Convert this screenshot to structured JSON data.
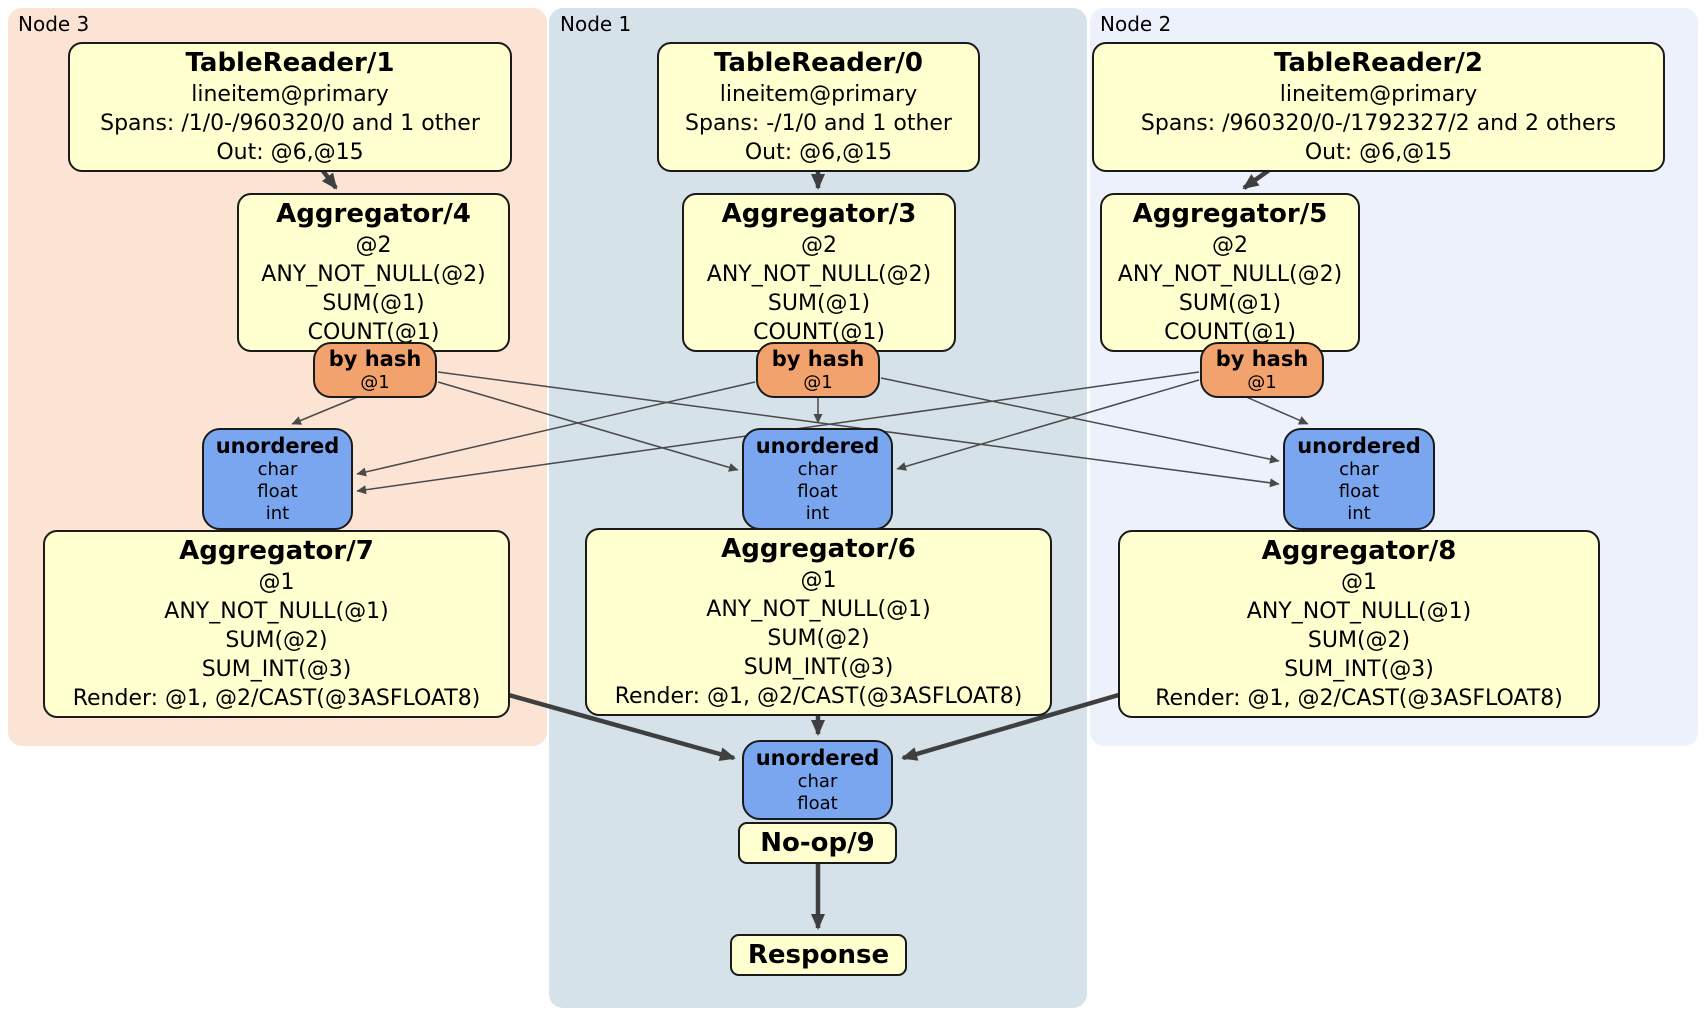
{
  "colors": {
    "processor_fill": "#ffffd0",
    "router_fill": "#f2a36d",
    "sync_fill": "#7aa6f0",
    "node3_bg": "#fce4d4",
    "node1_bg": "#d6e2ea",
    "node2_bg": "#edf1fb",
    "edge_thick": "#3f3f3f",
    "edge_thin": "#4a4a4a"
  },
  "nodes": {
    "node3": {
      "label": "Node 3",
      "table_reader": {
        "title": "TableReader/1",
        "lines": [
          "lineitem@primary",
          "Spans: /1/0-/960320/0 and 1 other",
          "Out: @6,@15"
        ]
      },
      "aggregator_top": {
        "title": "Aggregator/4",
        "lines": [
          "@2",
          "ANY_NOT_NULL(@2)",
          "SUM(@1)",
          "COUNT(@1)"
        ]
      },
      "router": {
        "title": "by hash",
        "detail": "@1"
      },
      "sync": {
        "title": "unordered",
        "columns": [
          "char",
          "float",
          "int"
        ]
      },
      "aggregator_bottom": {
        "title": "Aggregator/7",
        "lines": [
          "@1",
          "ANY_NOT_NULL(@1)",
          "SUM(@2)",
          "SUM_INT(@3)",
          "Render: @1, @2/CAST(@3ASFLOAT8)"
        ]
      }
    },
    "node1": {
      "label": "Node 1",
      "table_reader": {
        "title": "TableReader/0",
        "lines": [
          "lineitem@primary",
          "Spans: -/1/0 and 1 other",
          "Out: @6,@15"
        ]
      },
      "aggregator_top": {
        "title": "Aggregator/3",
        "lines": [
          "@2",
          "ANY_NOT_NULL(@2)",
          "SUM(@1)",
          "COUNT(@1)"
        ]
      },
      "router": {
        "title": "by hash",
        "detail": "@1"
      },
      "sync": {
        "title": "unordered",
        "columns": [
          "char",
          "float",
          "int"
        ]
      },
      "aggregator_bottom": {
        "title": "Aggregator/6",
        "lines": [
          "@1",
          "ANY_NOT_NULL(@1)",
          "SUM(@2)",
          "SUM_INT(@3)",
          "Render: @1, @2/CAST(@3ASFLOAT8)"
        ]
      }
    },
    "node2": {
      "label": "Node 2",
      "table_reader": {
        "title": "TableReader/2",
        "lines": [
          "lineitem@primary",
          "Spans: /960320/0-/1792327/2 and 2 others",
          "Out: @6,@15"
        ]
      },
      "aggregator_top": {
        "title": "Aggregator/5",
        "lines": [
          "@2",
          "ANY_NOT_NULL(@2)",
          "SUM(@1)",
          "COUNT(@1)"
        ]
      },
      "router": {
        "title": "by hash",
        "detail": "@1"
      },
      "sync": {
        "title": "unordered",
        "columns": [
          "char",
          "float",
          "int"
        ]
      },
      "aggregator_bottom": {
        "title": "Aggregator/8",
        "lines": [
          "@1",
          "ANY_NOT_NULL(@1)",
          "SUM(@2)",
          "SUM_INT(@3)",
          "Render: @1, @2/CAST(@3ASFLOAT8)"
        ]
      }
    }
  },
  "final": {
    "sync": {
      "title": "unordered",
      "columns": [
        "char",
        "float"
      ]
    },
    "noop": {
      "title": "No-op/9"
    },
    "response": {
      "title": "Response"
    }
  }
}
